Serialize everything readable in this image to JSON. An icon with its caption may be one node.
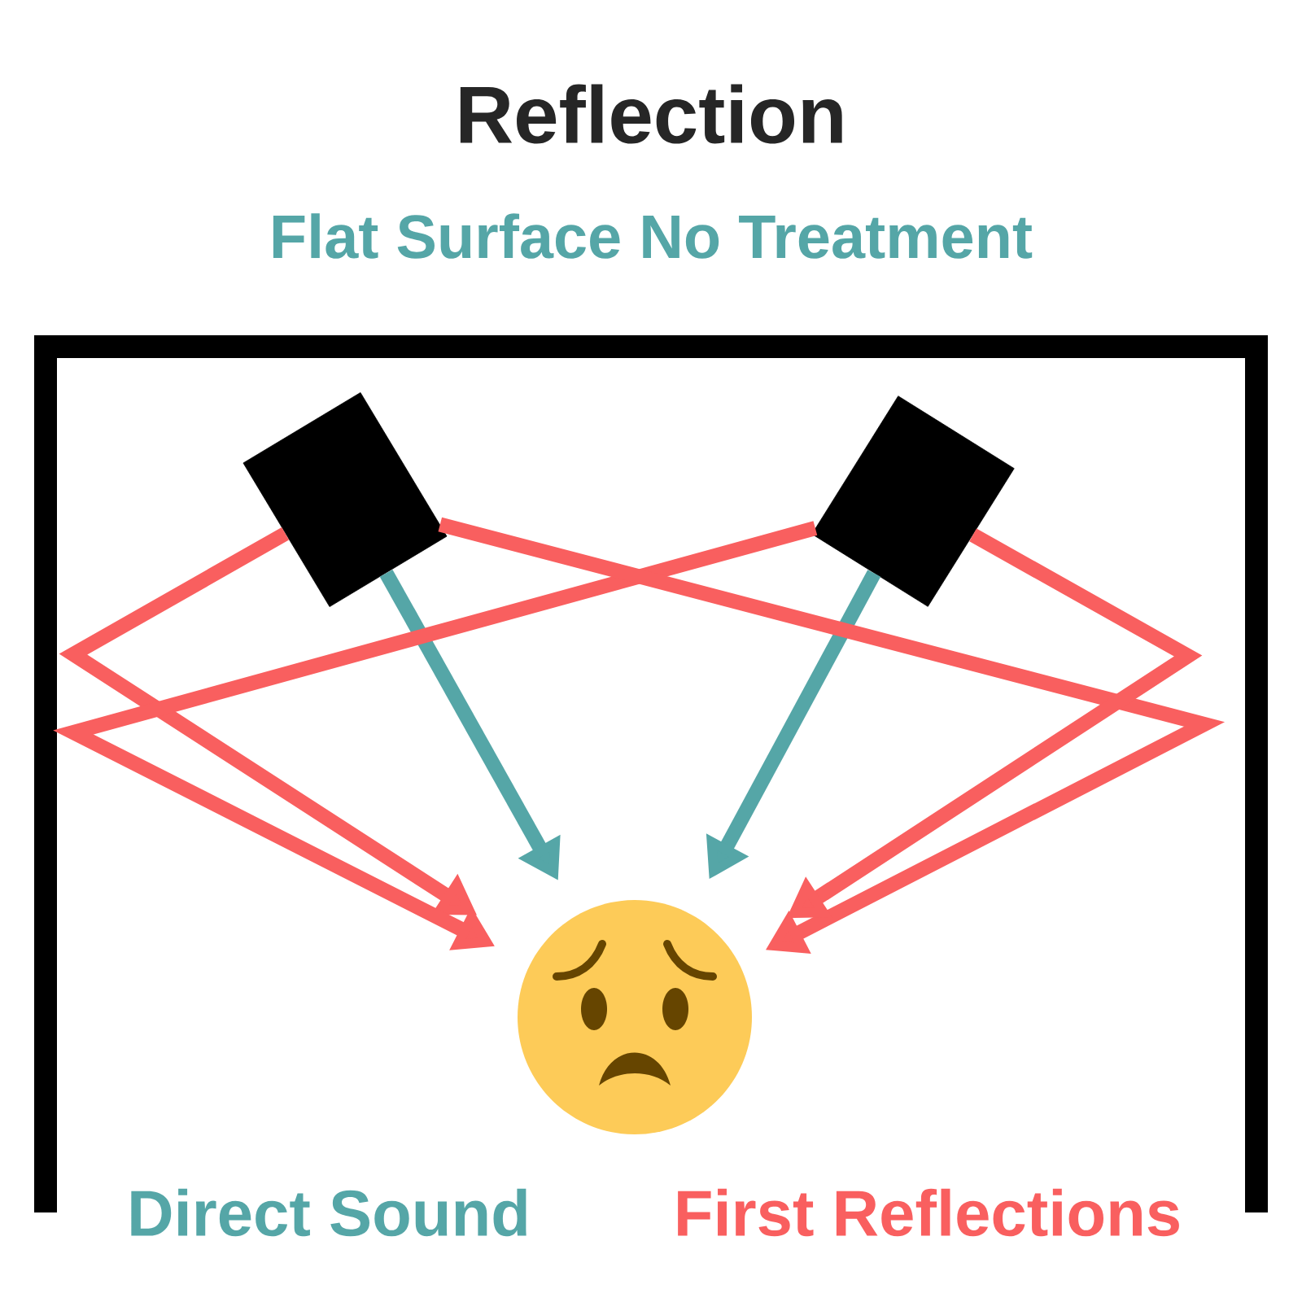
{
  "diagram": {
    "title": "Reflection",
    "nodes": [
      {
        "text": [],
        "shape": "box"
      },
      {
        "text": [],
        "shape": "box"
      },
      {
        "text": [],
        "shape": "picture"
      }
    ],
    "edges": [
      {
        "from": 0,
        "to": 2,
        "arrow": "to",
        "color": "#55a6a7"
      },
      {
        "from": 1,
        "to": 2,
        "arrow": "to",
        "color": "#55a6a7"
      },
      {
        "from": 0,
        "to": 2,
        "arrow": "to",
        "color": "#f95f5f"
      },
      {
        "from": 1,
        "to": 2,
        "arrow": "to",
        "color": "#f95f5f"
      },
      {
        "from": 0,
        "to": 2,
        "arrow": "to",
        "color": "#f95f5f"
      },
      {
        "from": 1,
        "to": 2,
        "arrow": "to",
        "color": "#f95f5f"
      }
    ],
    "labels": [
      "Flat Surface No Treatment",
      "Direct Sound",
      "First Reflections"
    ]
  }
}
